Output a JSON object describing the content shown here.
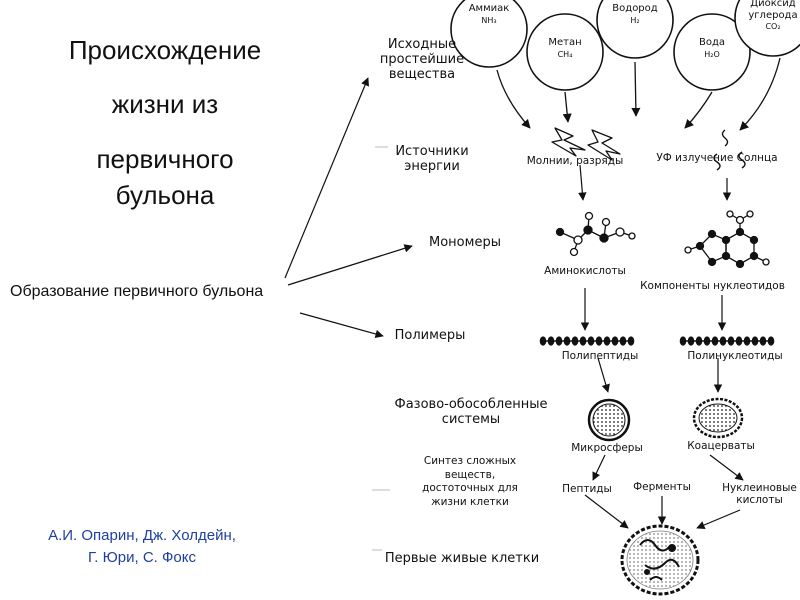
{
  "title": {
    "line1": "Происхождение",
    "line2": "жизни из",
    "line3": "первичного",
    "line4": "бульона"
  },
  "lead_label": "Образование первичного бульона",
  "authors": {
    "line1": "А.И. Опарин, Дж. Холдейн,",
    "line2": "Г. Юри, С. Фокс"
  },
  "stages": {
    "initial": "Исходные\nпростейшие\nвещества",
    "energy": "Источники\nэнергии",
    "monomers": "Мономеры",
    "polymers": "Полимеры",
    "phase": "Фазово-обособленные\nсистемы",
    "synthesis": "Синтез сложных\nвеществ,\nдостоточных для\nжизни клетки",
    "first_cells": "Первые живые клетки"
  },
  "substances": [
    {
      "name": "Аммиак",
      "formula": "NH₃"
    },
    {
      "name": "Метан",
      "formula": "CH₄"
    },
    {
      "name": "Водород",
      "formula": "H₂"
    },
    {
      "name": "Вода",
      "formula": "H₂O"
    },
    {
      "name": "Диоксид\nуглерода",
      "formula": "CO₂"
    }
  ],
  "labels": {
    "lightning": "Молнии, разряды",
    "uv": "УФ излучение Солнца",
    "amino_acids": "Аминокислоты",
    "nucleotide_components": "Компоненты нуклеотидов",
    "polypeptides": "Полипептиды",
    "polynucleotides": "Полинуклеотиды",
    "microspheres": "Микросферы",
    "coacervates": "Коацерваты",
    "peptides": "Пептиды",
    "enzymes": "Ферменты",
    "nucleic_acids": "Нуклеиновые\nкислоты"
  }
}
